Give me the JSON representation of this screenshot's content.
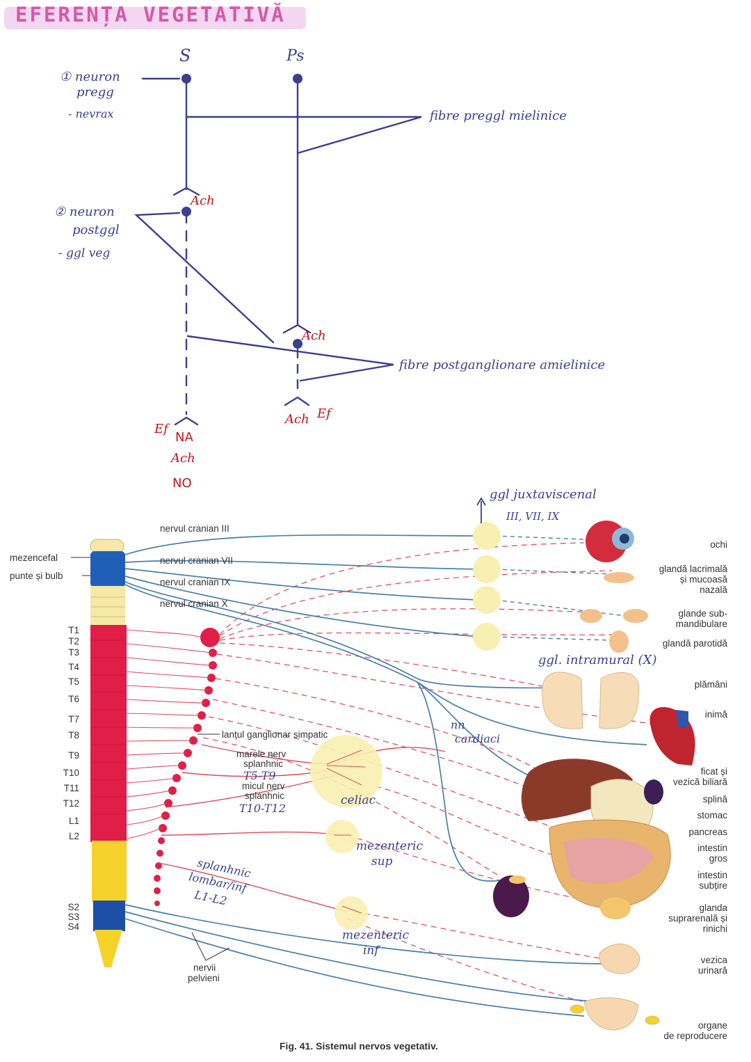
{
  "title": "EFERENȚA VEGETATIVĂ",
  "schema": {
    "col_s": "S",
    "col_ps": "Ps",
    "neuron1": [
      "① neuron",
      "pregg",
      "- nevrax"
    ],
    "neuron2": [
      "② neuron",
      "postggl",
      "- ggl veg"
    ],
    "fibre_pre": "fibre preggl mielinice",
    "fibre_post": "fibre postganglionare amielinice",
    "ach_s": "Ach",
    "ach_ps1": "Ach",
    "ach_ps2": "Ach",
    "ef_s": "Ef",
    "ef_ps": "Ef",
    "mediators": [
      "NA",
      "Ach",
      "NO"
    ]
  },
  "figure": {
    "caption": "Fig. 41. Sistemul nervos vegetativ.",
    "left_labels": [
      "mezencefal",
      "punte și bulb"
    ],
    "cranial_nerves": [
      "nervul cranian III",
      "nervul cranian VII",
      "nervul cranian IX",
      "nervul cranian X"
    ],
    "segments": [
      "T1",
      "T2",
      "T3",
      "T4",
      "T5",
      "T6",
      "T7",
      "T8",
      "T9",
      "T10",
      "T11",
      "T12",
      "L1",
      "L2",
      "S2",
      "S3",
      "S4"
    ],
    "chain_label": "lanțul ganglionar simpatic",
    "major_splanchnic": [
      "marele nerv",
      "splanhnic"
    ],
    "minor_splanchnic": [
      "micul nerv",
      "splanhnic"
    ],
    "pelvic_nerves": [
      "nervii",
      "pelvieni"
    ],
    "organs": [
      [
        "ochi"
      ],
      [
        "glandă lacrimală",
        "și mucoasă",
        "nazală"
      ],
      [
        "glande sub-",
        "mandibulare"
      ],
      [
        "glandă parotidă"
      ],
      [
        "plămâni"
      ],
      [
        "inimă"
      ],
      [
        "ficat și",
        "vezică biliară"
      ],
      [
        "splină"
      ],
      [
        "stomac"
      ],
      [
        "pancreas"
      ],
      [
        "intestin",
        "gros"
      ],
      [
        "intestin",
        "subțire"
      ],
      [
        "glanda",
        "suprarenală și",
        "rinichi"
      ],
      [
        "vezica",
        "urinară"
      ],
      [
        "organe",
        "de reproducere"
      ]
    ],
    "handwritten": {
      "juxta": "ggl juxtaviscenal",
      "juxta_nerves": "III, VII, IX",
      "intramural": "ggl. intramural (X)",
      "cardiac": [
        "nn",
        "cardiaci"
      ],
      "t5t9": "T5-T9",
      "t10t12": "T10-T12",
      "celiac": "celiac",
      "mez_sup": [
        "mezenteric",
        "sup"
      ],
      "mez_inf": [
        "mezenteric",
        "inf"
      ],
      "lumbar": [
        "splanhnic",
        "lombar/inf",
        "L1-L2"
      ]
    }
  },
  "colors": {
    "ink": "#3b3f8f",
    "red": "#c4161c",
    "pink": "#d25aa9",
    "nerve_blue": "#4a7fa8",
    "nerve_red": "#d9534f"
  }
}
